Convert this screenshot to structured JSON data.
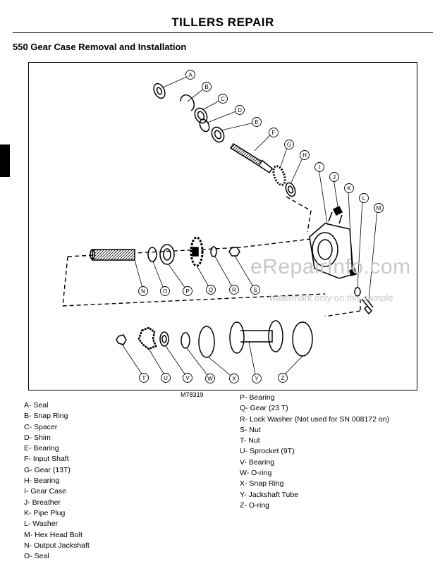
{
  "header": {
    "title": "TILLERS   REPAIR"
  },
  "section": {
    "title": "550 Gear Case Removal and Installation"
  },
  "figure": {
    "code": "M78319",
    "callouts": [
      "A",
      "B",
      "C",
      "D",
      "E",
      "F",
      "G",
      "H",
      "I",
      "J",
      "K",
      "L",
      "M",
      "N",
      "O",
      "P",
      "Q",
      "R",
      "S",
      "T",
      "U",
      "V",
      "W",
      "X",
      "Y",
      "Z"
    ]
  },
  "legend": {
    "left": [
      "A- Seal",
      "B- Snap Ring",
      "C- Spacer",
      "D- Shim",
      "E- Bearing",
      "F- Input Shaft",
      "G- Gear (13T)",
      "H- Bearing",
      "I- Gear Case",
      "J- Breather",
      "K- Pipe Plug",
      "L- Washer",
      "M- Hex Head Bolt",
      "N- Output Jackshaft",
      "O- Seal"
    ],
    "right": [
      "P- Bearing",
      "Q- Gear (23 T)",
      "R- Lock Washer (Not used for SN 008172 on)",
      "S- Nut",
      "T- Nut",
      "U- Sprocket (9T)",
      "V- Bearing",
      "W- O-ring",
      "X- Snap Ring",
      "Y- Jackshaft Tube",
      "Z- O-ring"
    ]
  },
  "watermark": {
    "site": "eRepairInfo.com",
    "note": "watermark only on this sample"
  }
}
